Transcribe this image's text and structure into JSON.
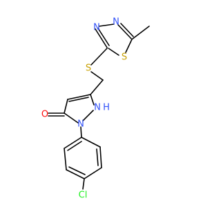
{
  "atoms": {
    "n_thiadiazole_top": "N",
    "n_thiadiazole_left": "N",
    "s_thiadiazole": "S",
    "s_thioether": "S",
    "nh_pyrazole": "N",
    "nh_pyrazole_h": "H",
    "n_pyrazole": "N",
    "o_carbonyl": "O",
    "cl": "Cl"
  },
  "colors": {
    "nitrogen": "#3050F8",
    "sulfur": "#C8A000",
    "oxygen": "#FF0D0D",
    "chlorine": "#1FF01F",
    "bond": "#000000"
  }
}
